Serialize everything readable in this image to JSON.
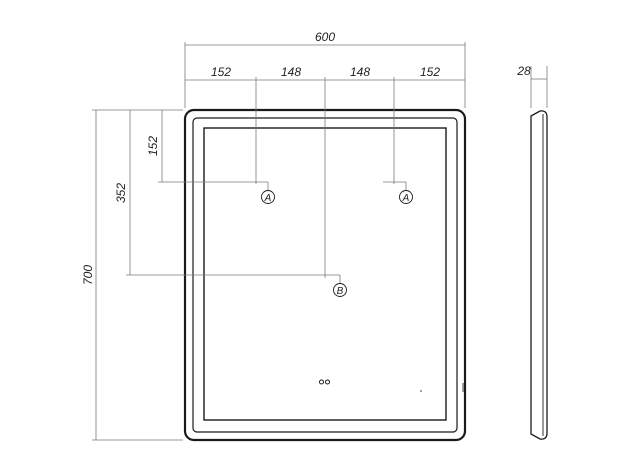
{
  "dimensions": {
    "overall_width": "600",
    "segment_1": "152",
    "segment_2": "148",
    "segment_3": "148",
    "segment_4": "152",
    "depth": "28",
    "overall_height": "700",
    "mount_height_b": "352",
    "mount_height_a": "152"
  },
  "markers": {
    "a_left": "A",
    "a_right": "A",
    "b": "B"
  }
}
